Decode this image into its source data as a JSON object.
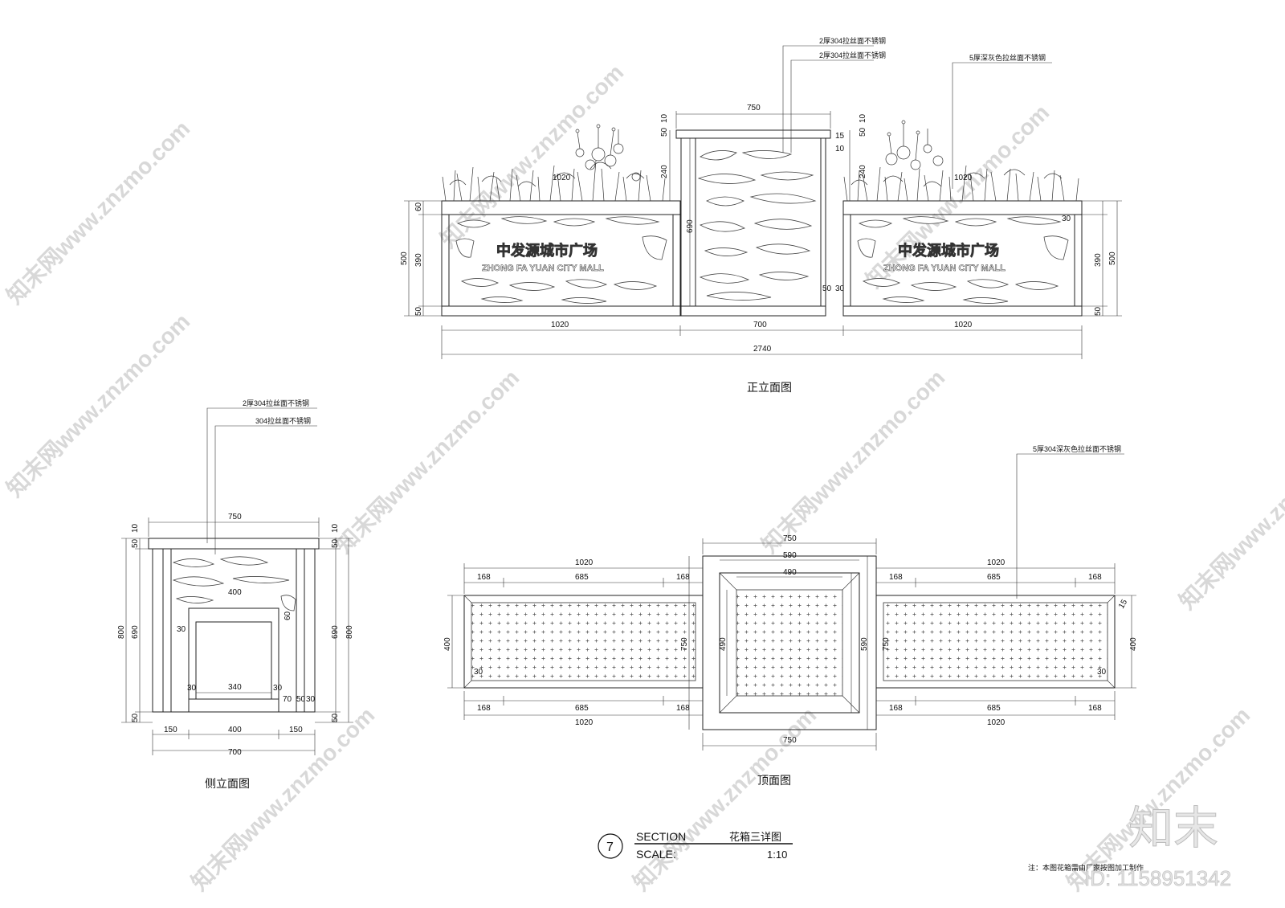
{
  "front_elevation": {
    "title": "正立面图",
    "material_1": "2厚304拉丝面不锈钢",
    "material_2": "2厚304拉丝面不锈钢",
    "material_3": "5厚深灰色拉丝面不锈钢",
    "logo_cn": "中发源城市广场",
    "logo_en": "ZHONG FA YUAN CITY MALL",
    "dims": {
      "top_width": "750",
      "box_left": "1020",
      "box_mid": "700",
      "box_right": "1020",
      "total": "2740",
      "h_total": "500",
      "h_body": "390",
      "h_base": "50",
      "h_cap": "60",
      "h_post": "690",
      "plant_h": "240",
      "t50": "50",
      "t10": "10",
      "t15": "15",
      "t30": "30",
      "d50": "50",
      "d30": "30"
    }
  },
  "side_elevation": {
    "title": "侧立面图",
    "material_1": "2厚304拉丝面不锈钢",
    "material_2": "304拉丝面不锈钢",
    "dims": {
      "top": "750",
      "inner": "400",
      "inner2": "340",
      "h_total": "800",
      "h_body": "690",
      "h_base": "50",
      "t50": "50",
      "t10": "10",
      "t30": "30",
      "t60": "60",
      "t70": "70",
      "b150a": "150",
      "b400": "400",
      "b150b": "150",
      "b700": "700"
    }
  },
  "top_view": {
    "title": "顶面图",
    "material": "5厚304深灰色拉丝面不锈钢",
    "dims": {
      "w1020": "1020",
      "w168": "168",
      "w685": "685",
      "w750": "750",
      "w590": "590",
      "w490": "490",
      "h400": "400",
      "h750": "750",
      "h30": "30",
      "h15": "15"
    }
  },
  "section": {
    "number": "7",
    "label_section": "SECTION",
    "label_scale": "SCALE:",
    "name": "花箱三详图",
    "scale": "1:10"
  },
  "note": "注：本图花箱需由厂家按图加工制作",
  "watermark": {
    "brand": "知末",
    "id": "ID: 1158951342",
    "site": "知末网www.znzmo.com"
  }
}
